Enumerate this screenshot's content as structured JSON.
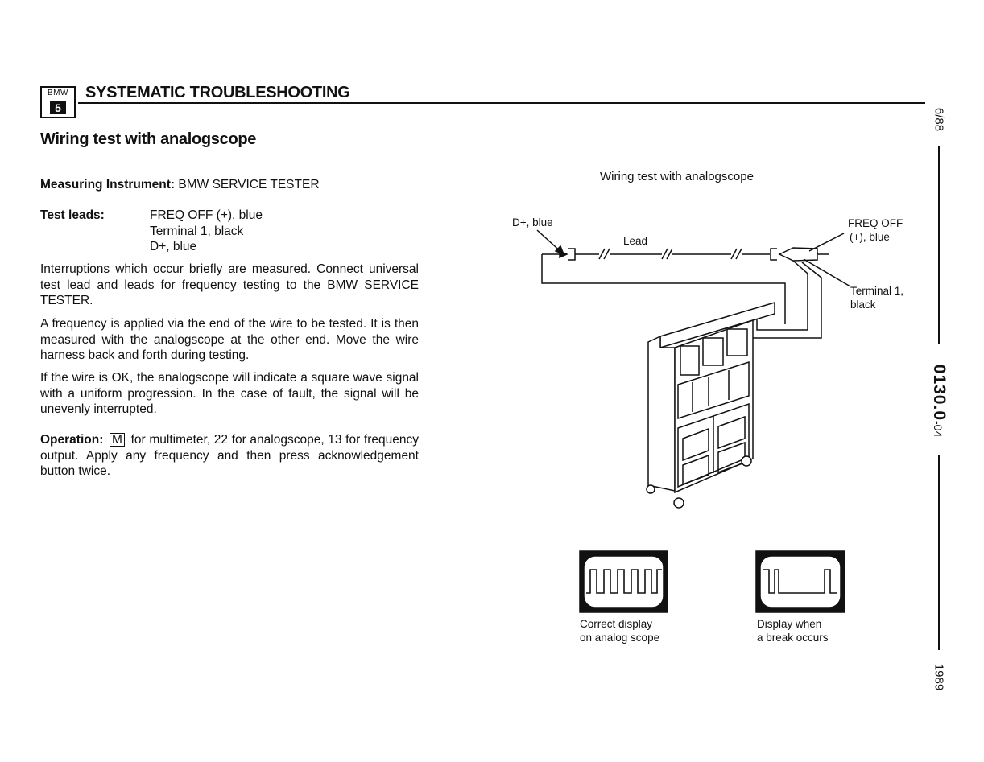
{
  "logo": {
    "brand": "BMW",
    "number": "5"
  },
  "header": {
    "title": "SYSTEMATIC TROUBLESHOOTING"
  },
  "page_title": "Wiring test with analogscope",
  "instrument": {
    "label": "Measuring Instrument:",
    "value": "BMW SERVICE TESTER"
  },
  "test_leads": {
    "label": "Test leads:",
    "items": [
      "FREQ OFF (+), blue",
      "Terminal 1, black",
      "D+, blue"
    ]
  },
  "paragraphs": [
    "Interruptions which occur briefly are measured. Connect universal test lead and leads for frequency testing to the BMW SERVICE TESTER.",
    "A frequency is applied via the end of the wire to be tested. It is then measured with the analogscope at the other end. Move the wire harness back and forth during testing.",
    "If the wire is OK, the analogscope will indicate a square wave signal with a uniform progression. In the case of fault, the signal will be unevenly interrupted."
  ],
  "operation": {
    "label": "Operation:",
    "key": "M",
    "text": "for multimeter, 22 for analogscope, 13 for frequency output. Apply any frequency and then press acknowledgement button twice."
  },
  "diagram": {
    "title": "Wiring test with analogscope",
    "label_dplus": "D+, blue",
    "label_lead": "Lead",
    "label_freq": [
      "FREQ OFF",
      "(+), blue"
    ],
    "label_terminal": [
      "Terminal 1,",
      "black"
    ],
    "scope_ok": [
      "Correct display",
      "on analog scope"
    ],
    "scope_break": [
      "Display when",
      "a break occurs"
    ]
  },
  "side": {
    "date": "6/88",
    "code": "0130.0",
    "code_suffix": "-04",
    "year": "1989"
  }
}
